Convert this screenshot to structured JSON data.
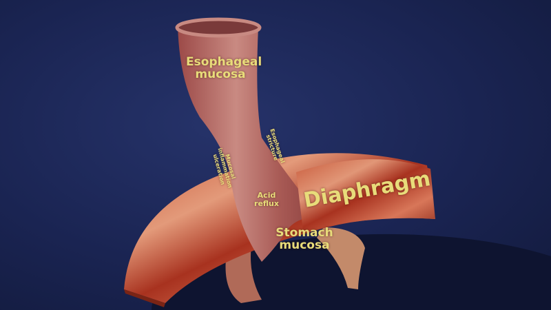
{
  "labels": {
    "esophageal_mucosa": [
      "Esophageal",
      "mucosa"
    ],
    "mucosal_inflammation": [
      "Mucosal",
      "inflammation",
      "ulceration"
    ],
    "esophageal_stricture": [
      "Esophageal",
      "stricture"
    ],
    "acid_reflux": [
      "Acid",
      "reflux"
    ],
    "diaphragm": "Diaphragm",
    "stomach_mucosa": [
      "Stomach",
      "mucosa"
    ]
  },
  "colors": {
    "background": "#1a2452",
    "label": "#e8dc7a",
    "muscle": "#b5462e",
    "mucosa": "#b7706a"
  }
}
